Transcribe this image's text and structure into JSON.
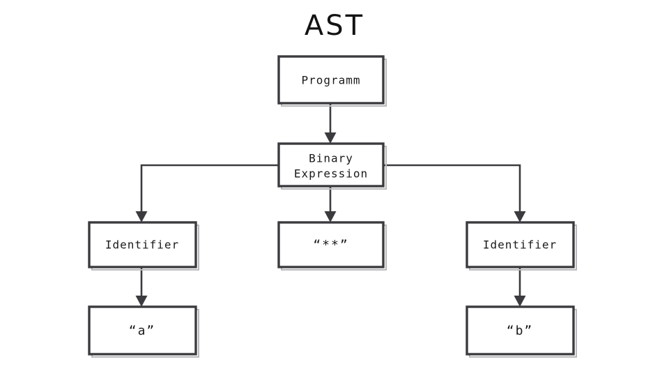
{
  "diagram": {
    "title": "AST",
    "background_color": "#ffffff",
    "box_border_color": "#3b3b3f",
    "box_fill_color": "#ffffff",
    "edge_color": "#3b3b3f",
    "text_color": "#1a1a1a"
  },
  "nodes": {
    "program": {
      "label": "Programm"
    },
    "binary_expression": {
      "label_line1": "Binary",
      "label_line2": "Expression"
    },
    "identifier_left": {
      "label": "Identifier"
    },
    "operator": {
      "label": "“**”"
    },
    "identifier_right": {
      "label": "Identifier"
    },
    "literal_a": {
      "label": "“a”"
    },
    "literal_b": {
      "label": "“b”"
    }
  },
  "edges": [
    {
      "name": "program-to-binary-expression",
      "from": "program",
      "to": "binary_expression",
      "style": "straight-down-arrow"
    },
    {
      "name": "binary-expression-to-identifier-left",
      "from": "binary_expression",
      "to": "identifier_left",
      "style": "orthogonal-left-arrow"
    },
    {
      "name": "binary-expression-to-operator",
      "from": "binary_expression",
      "to": "operator",
      "style": "straight-down-arrow"
    },
    {
      "name": "binary-expression-to-identifier-right",
      "from": "binary_expression",
      "to": "identifier_right",
      "style": "orthogonal-right-arrow"
    },
    {
      "name": "identifier-left-to-literal-a",
      "from": "identifier_left",
      "to": "literal_a",
      "style": "straight-down-arrow"
    },
    {
      "name": "identifier-right-to-literal-b",
      "from": "identifier_right",
      "to": "literal_b",
      "style": "straight-down-arrow"
    }
  ]
}
